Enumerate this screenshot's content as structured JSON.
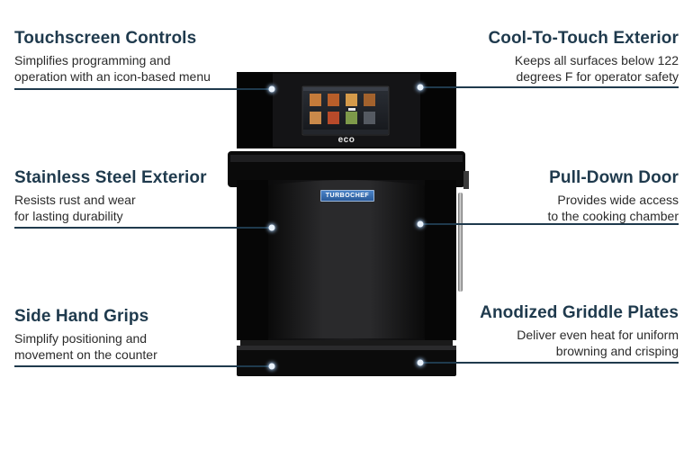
{
  "features": {
    "touchscreen": {
      "title": "Touchscreen Controls",
      "description": "Simplifies programming and\noperation with an icon-based menu"
    },
    "cool_touch": {
      "title": "Cool-To-Touch Exterior",
      "description": "Keeps all surfaces below 122\ndegrees F for operator safety"
    },
    "stainless": {
      "title": "Stainless Steel Exterior",
      "description": "Resists rust and wear\nfor lasting durability"
    },
    "door": {
      "title": "Pull-Down Door",
      "description": "Provides wide access\nto the cooking chamber"
    },
    "grips": {
      "title": "Side Hand Grips",
      "description": "Simplify positioning and\nmovement on the counter"
    },
    "griddle": {
      "title": "Anodized Griddle Plates",
      "description": "Deliver even heat for uniform\nbrowning and crisping"
    }
  },
  "oven": {
    "screen_logo": "eco",
    "brand_plate": "TURBOCHEF"
  },
  "colors": {
    "heading": "#1f3a4d",
    "body_text": "#2b2b2b",
    "leader_line": "#1f3a4d",
    "oven_body": "#0f0f10",
    "hotspot": "#e9f2fb"
  }
}
